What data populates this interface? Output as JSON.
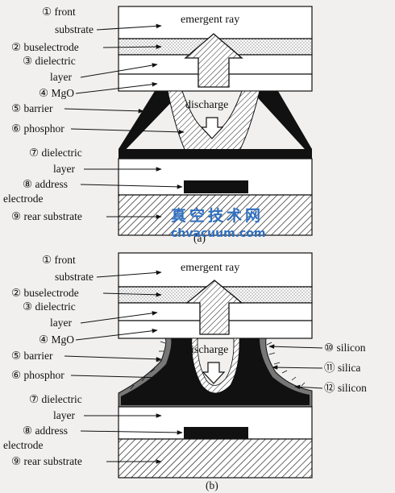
{
  "panel_a": {
    "labels": [
      "① front",
      "substrate",
      "② buselectrode",
      "③ dielectric",
      "layer",
      "④ MgO",
      "⑤ barrier",
      "⑥ phosphor",
      "⑦ dielectric",
      "layer",
      "⑧ address",
      "electrode",
      "⑨ rear substrate"
    ],
    "emergent_ray": "emergent ray",
    "discharge": "discharge",
    "caption": "(a)"
  },
  "panel_b": {
    "labels": [
      "① front",
      "substrate",
      "② buselectrode",
      "③ dielectric",
      "layer",
      "④ MgO",
      "⑤ barrier",
      "⑥ phosphor",
      "⑦ dielectric",
      "layer",
      "⑧ address",
      "electrode",
      "⑨ rear substrate"
    ],
    "right_labels": [
      "⑩ silicon",
      "⑪ silica",
      "⑫ silicon"
    ],
    "emergent_ray": "emergent ray",
    "discharge": "discharge",
    "caption": "(b)"
  },
  "watermark": {
    "cn": "真空技术网",
    "url": "chvacuum.com"
  }
}
